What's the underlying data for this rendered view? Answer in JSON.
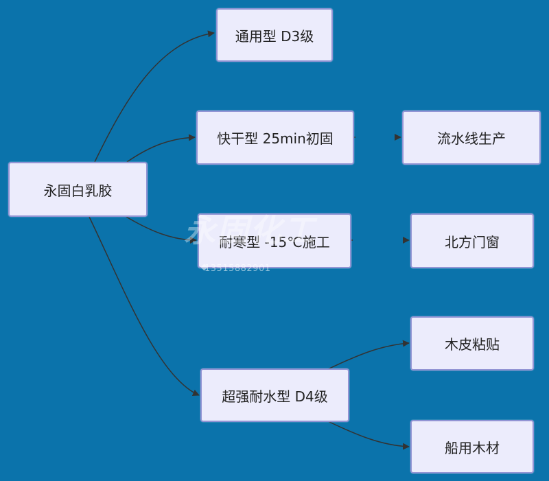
{
  "diagram": {
    "nodes": {
      "root": "永固白乳胶",
      "general": "通用型 D3级",
      "quick": "快干型 25min初固",
      "assembly": "流水线生产",
      "cold": "耐寒型 -15℃施工",
      "north": "北方门窗",
      "waterproof": "超强耐水型 D4级",
      "veneer": "木皮粘贴",
      "ship": "船用木材"
    },
    "edges": [
      [
        "root",
        "general"
      ],
      [
        "root",
        "quick"
      ],
      [
        "root",
        "cold"
      ],
      [
        "root",
        "waterproof"
      ],
      [
        "quick",
        "assembly"
      ],
      [
        "cold",
        "north"
      ],
      [
        "waterproof",
        "veneer"
      ],
      [
        "waterproof",
        "ship"
      ]
    ]
  },
  "watermark": {
    "brand": "永固化工",
    "phone": "13515882901"
  },
  "colors": {
    "background": "#0b73ab",
    "node_fill": "#ececfc",
    "node_border": "#9294d4",
    "edge": "#333333"
  }
}
